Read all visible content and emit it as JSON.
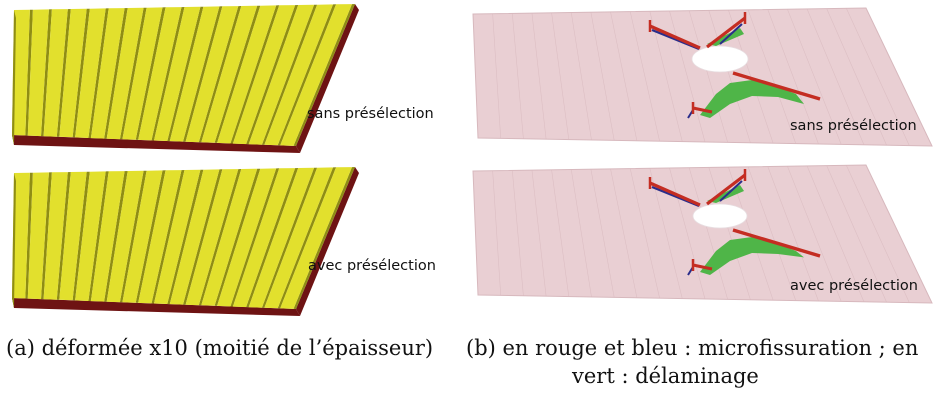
{
  "panels": [
    {
      "id": "a",
      "top_label": "sans présélection",
      "bottom_label": "avec présélection",
      "caption": "(a)  déformée x10 (moitié de l’épaisseur)"
    },
    {
      "id": "b",
      "top_label": "sans présélection",
      "bottom_label": "avec présélection",
      "caption_line1": "(b)  en rouge et bleu : microfissuration ; en",
      "caption_line2": "vert : délaminage"
    }
  ],
  "colors": {
    "lamella_top": "#e2e02d",
    "lamella_side": "#8f8d14",
    "plate_base": "#6e1313",
    "plate_pink": "#e9cfd3",
    "plate_pink_edge": "#d7b8bd",
    "crack_red": "#c42d22",
    "crack_blue": "#2a2d8a",
    "delam_green": "#4fb548",
    "hole": "#ffffff"
  }
}
